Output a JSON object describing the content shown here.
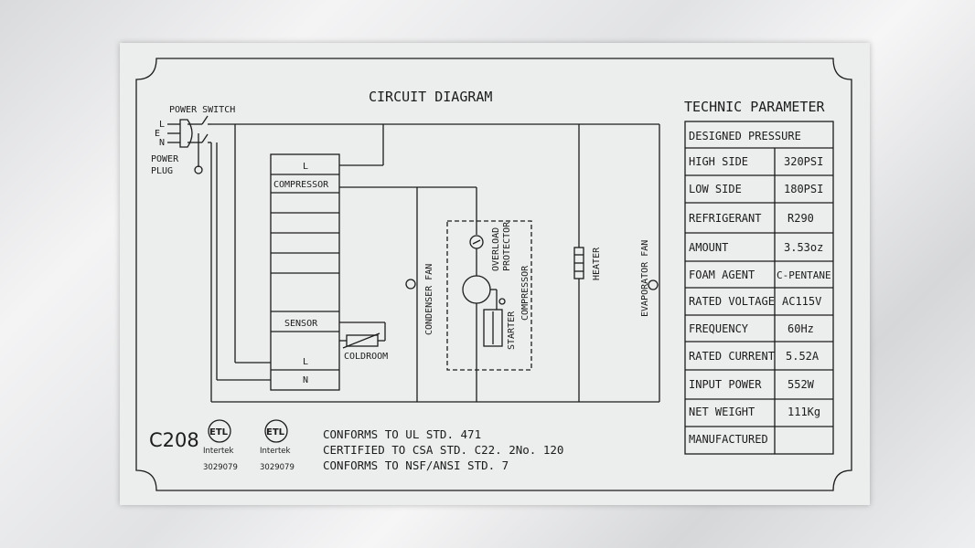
{
  "diagram": {
    "title": "CIRCUIT DIAGRAM",
    "power_switch": "POWER SWITCH",
    "plug_letters": [
      "L",
      "E",
      "N"
    ],
    "power_plug": [
      "POWER",
      "PLUG"
    ],
    "controller_rows": [
      "L",
      "COMPRESSOR",
      "",
      "",
      "",
      "",
      "",
      "SENSOR",
      "L",
      "N"
    ],
    "coldroom": "COLDROOM",
    "condenser_fan": "CONDENSER FAN",
    "overload_protector": [
      "OVERLOAD",
      "PROTECTOR"
    ],
    "compressor": "COMPRESSOR",
    "starter": "STARTER",
    "heater": "HEATER",
    "evaporator_fan": "EVAPORATOR FAN"
  },
  "parameters": {
    "title": "TECHNIC PARAMETER",
    "section": "DESIGNED PRESSURE",
    "rows": [
      {
        "label": "HIGH SIDE",
        "value": "320PSI"
      },
      {
        "label": "LOW SIDE",
        "value": "180PSI"
      },
      {
        "label": "REFRIGERANT",
        "value": "R290"
      },
      {
        "label": "AMOUNT",
        "value": "3.53oz"
      },
      {
        "label": "FOAM AGENT",
        "value": "C-PENTANE"
      },
      {
        "label": "RATED VOLTAGE",
        "value": "AC115V"
      },
      {
        "label": "FREQUENCY",
        "value": "60Hz"
      },
      {
        "label": "RATED CURRENT",
        "value": "5.52A"
      },
      {
        "label": "INPUT POWER",
        "value": "552W"
      },
      {
        "label": "NET WEIGHT",
        "value": "111Kg"
      },
      {
        "label": "MANUFACTURED",
        "value": ""
      }
    ]
  },
  "footer": {
    "model": "C208",
    "marks": [
      {
        "logo": "ETL",
        "brand": "Intertek",
        "number": "3029079"
      },
      {
        "logo": "ETL",
        "brand": "Intertek",
        "number": "3029079"
      }
    ],
    "standards": [
      "CONFORMS TO UL STD. 471",
      "CERTIFIED TO CSA STD. C22. 2No. 120",
      "CONFORMS TO NSF/ANSI STD. 7"
    ]
  }
}
